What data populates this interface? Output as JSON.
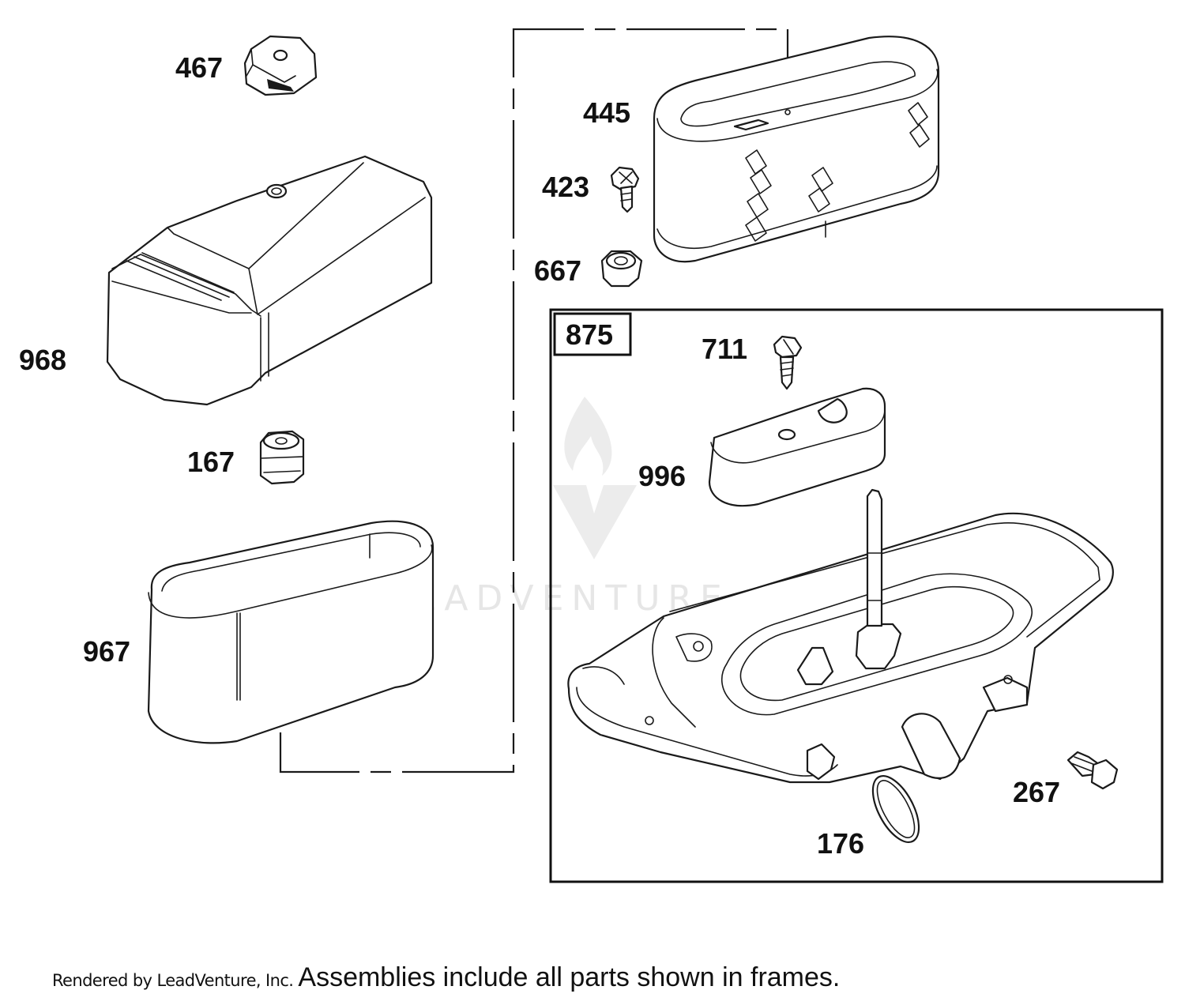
{
  "watermark": {
    "text": "LEADVENTURE"
  },
  "frame": {
    "label": "875"
  },
  "callouts": {
    "p467": "467",
    "p968": "968",
    "p167": "167",
    "p967": "967",
    "p445": "445",
    "p423": "423",
    "p667": "667",
    "p711": "711",
    "p996": "996",
    "p267": "267",
    "p176": "176"
  },
  "footer": {
    "credit": "Rendered by LeadVenture, Inc.",
    "note": "Assemblies include all parts shown in frames."
  }
}
